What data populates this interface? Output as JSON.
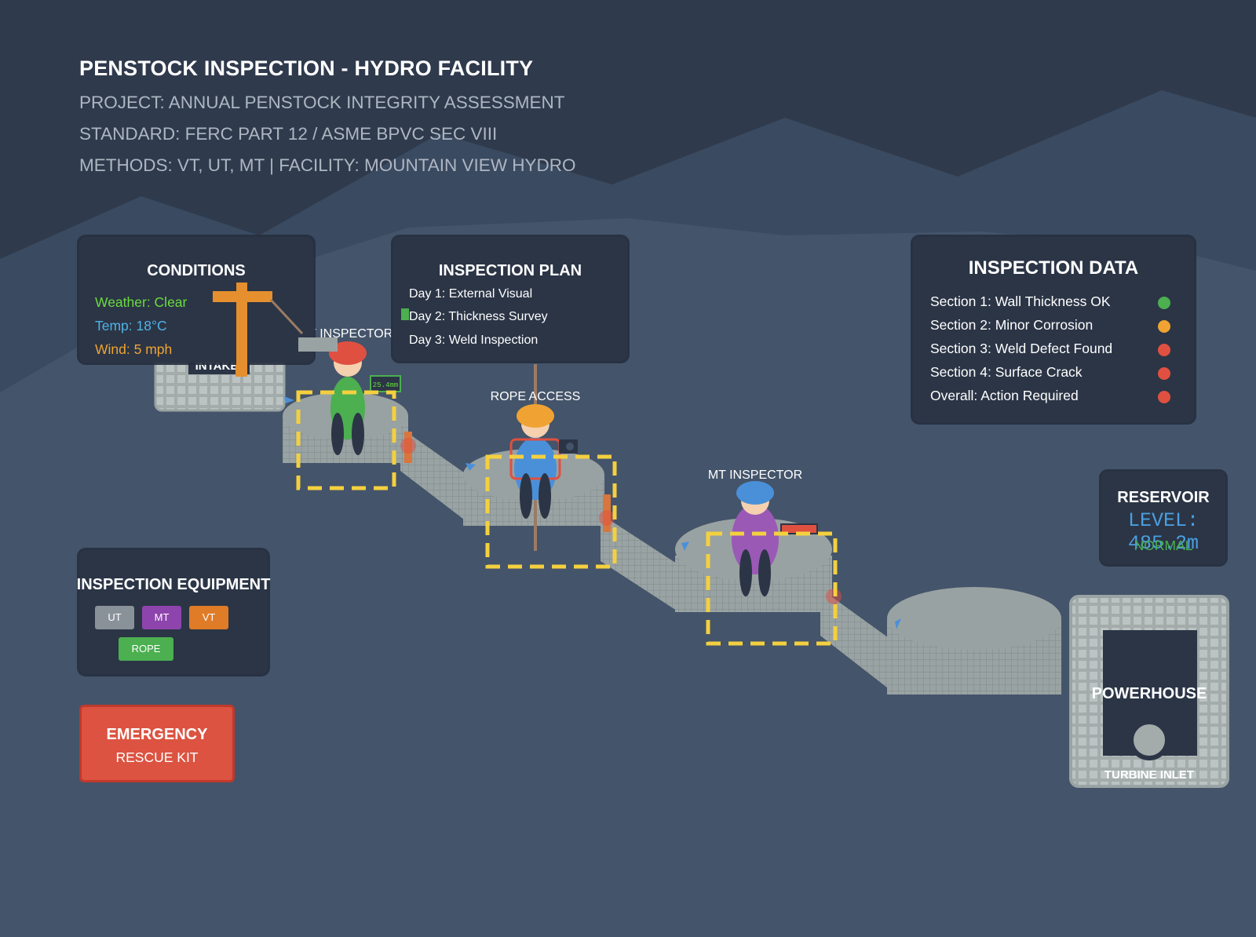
{
  "header": {
    "title": "PENSTOCK INSPECTION - HYDRO FACILITY",
    "project": "PROJECT: ANNUAL PENSTOCK INTEGRITY ASSESSMENT",
    "standard": "STANDARD: FERC PART 12 / ASME BPVC SEC VIII",
    "methods": "METHODS: VT, UT, MT | FACILITY: MOUNTAIN VIEW HYDRO"
  },
  "conditions": {
    "title": "CONDITIONS",
    "weather": "Weather: Clear",
    "temp": "Temp: 18°C",
    "wind": "Wind: 5 mph",
    "colors": {
      "weather": "#6bdc3e",
      "temp": "#4fb3e6",
      "wind": "#f0a332"
    }
  },
  "plan": {
    "title": "INSPECTION PLAN",
    "days": [
      "Day 1: External Visual",
      "Day 2: Thickness Survey",
      "Day 3: Weld Inspection"
    ],
    "current_day_index": 1
  },
  "inspection_data": {
    "title": "INSPECTION DATA",
    "items": [
      {
        "label": "Section 1: Wall Thickness OK",
        "status": "#4caf50"
      },
      {
        "label": "Section 2: Minor Corrosion",
        "status": "#f0a332"
      },
      {
        "label": "Section 3: Weld Defect Found",
        "status": "#e05040"
      },
      {
        "label": "Section 4: Surface Crack",
        "status": "#e05040"
      },
      {
        "label": "Overall: Action Required",
        "status": "#e05040"
      }
    ]
  },
  "reservoir": {
    "title": "RESERVOIR",
    "level": "LEVEL: 485.2m",
    "status": "NORMAL",
    "colors": {
      "level": "#4a9fe0",
      "status": "#4caf50"
    }
  },
  "equipment": {
    "title": "INSPECTION EQUIPMENT",
    "items": [
      {
        "label": "UT",
        "color": "#8a9299"
      },
      {
        "label": "MT",
        "color": "#8e44ad"
      },
      {
        "label": "VT",
        "color": "#e07b28"
      },
      {
        "label": "ROPE",
        "color": "#4caf50"
      }
    ]
  },
  "emergency": {
    "title": "EMERGENCY",
    "subtitle": "RESCUE KIT"
  },
  "scene": {
    "intake_label": "INTAKE",
    "ut_inspector_label": "UT INSPECTOR",
    "ut_gauge_reading": "25.4mm",
    "rope_access_label": "ROPE ACCESS",
    "mt_inspector_label": "MT INSPECTOR",
    "powerhouse_label": "POWERHOUSE",
    "turbine_label": "TURBINE INLET"
  }
}
